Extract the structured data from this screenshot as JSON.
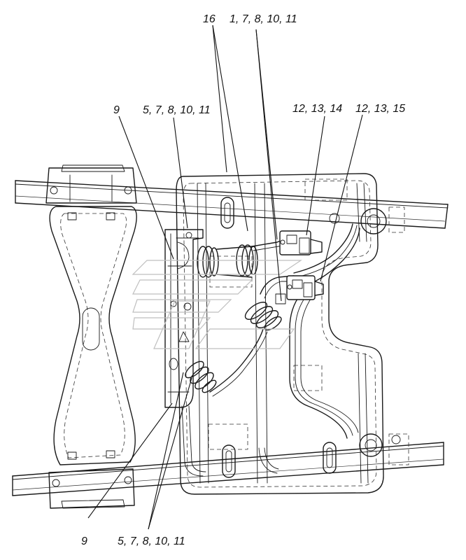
{
  "labels": {
    "part_16": "16",
    "parts_1_7_8_10_11": "1, 7, 8, 10, 11",
    "part_9_top": "9",
    "parts_5_7_8_10_11_top": "5, 7, 8, 10, 11",
    "parts_12_13_14": "12, 13, 14",
    "parts_12_13_15": "12, 13, 15",
    "part_9_bottom": "9",
    "parts_5_7_8_10_11_bottom": "5, 7, 8, 10, 11"
  },
  "colors": {
    "line": "#1a1a1a",
    "background": "#ffffff",
    "watermark": "#bfbfbf"
  }
}
